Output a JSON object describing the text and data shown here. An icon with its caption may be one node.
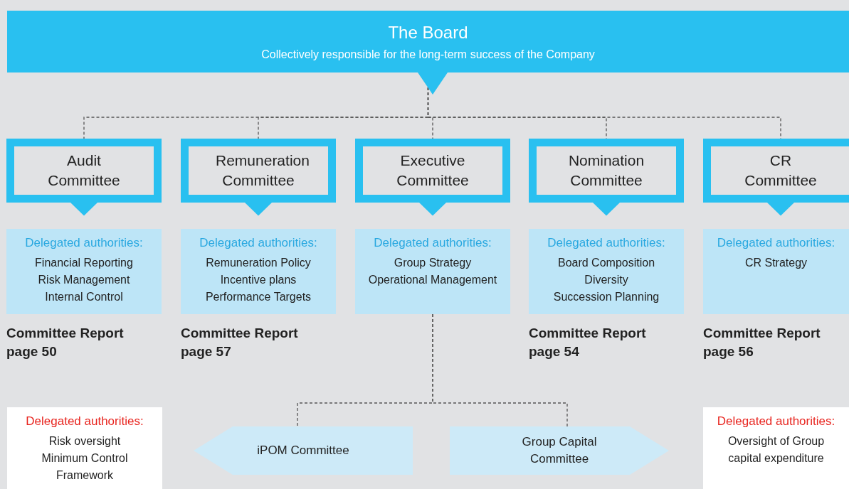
{
  "diagram": {
    "nodes": [
      {
        "text": [
          "The Board",
          "Collectively responsible for the long-term success of the Company"
        ]
      },
      {
        "text": [
          "Audit Committee"
        ]
      },
      {
        "text": [
          "Remuneration Committee"
        ]
      },
      {
        "text": [
          "Executive Committee"
        ]
      },
      {
        "text": [
          "Nomination Committee"
        ]
      },
      {
        "text": [
          "CR Committee"
        ]
      },
      {
        "text": [
          "Delegated authorities:",
          "Financial Reporting",
          "Risk Management",
          "Internal Control"
        ],
        "beside": [
          "Committee Report page 50"
        ]
      },
      {
        "text": [
          "Delegated authorities:",
          "Remuneration Policy",
          "Incentive plans",
          "Performance Targets"
        ],
        "beside": [
          "Committee Report page 57"
        ]
      },
      {
        "text": [
          "Delegated authorities:",
          "Group Strategy",
          "Operational Management"
        ]
      },
      {
        "text": [
          "Delegated authorities:",
          "Board Composition",
          "Diversity",
          "Succession Planning"
        ],
        "beside": [
          "Committee Report page 54"
        ]
      },
      {
        "text": [
          "Delegated authorities:",
          "CR Strategy"
        ],
        "beside": [
          "Committee Report page 56"
        ]
      },
      {
        "text": [
          "iPOM Committee"
        ]
      },
      {
        "text": [
          "Group Capital Committee"
        ]
      },
      {
        "text": [
          "Delegated authorities:",
          "Risk oversight",
          "Minimum Control Framework"
        ]
      },
      {
        "text": [
          "Delegated authorities:",
          "Oversight of Group capital expenditure"
        ]
      }
    ],
    "edges": [
      {
        "from": 0,
        "to": 1,
        "arrow": "none",
        "style": "dashed"
      },
      {
        "from": 0,
        "to": 2,
        "arrow": "none",
        "style": "dashed"
      },
      {
        "from": 0,
        "to": 3,
        "arrow": "none",
        "style": "dashed"
      },
      {
        "from": 0,
        "to": 4,
        "arrow": "none",
        "style": "dashed"
      },
      {
        "from": 0,
        "to": 5,
        "arrow": "none",
        "style": "dashed"
      },
      {
        "from": 1,
        "to": 6,
        "arrow": "to"
      },
      {
        "from": 2,
        "to": 7,
        "arrow": "to"
      },
      {
        "from": 3,
        "to": 8,
        "arrow": "to"
      },
      {
        "from": 4,
        "to": 9,
        "arrow": "to"
      },
      {
        "from": 5,
        "to": 10,
        "arrow": "to"
      },
      {
        "from": 8,
        "to": 11,
        "arrow": "none",
        "style": "dashed"
      },
      {
        "from": 8,
        "to": 12,
        "arrow": "none",
        "style": "dashed"
      }
    ]
  }
}
